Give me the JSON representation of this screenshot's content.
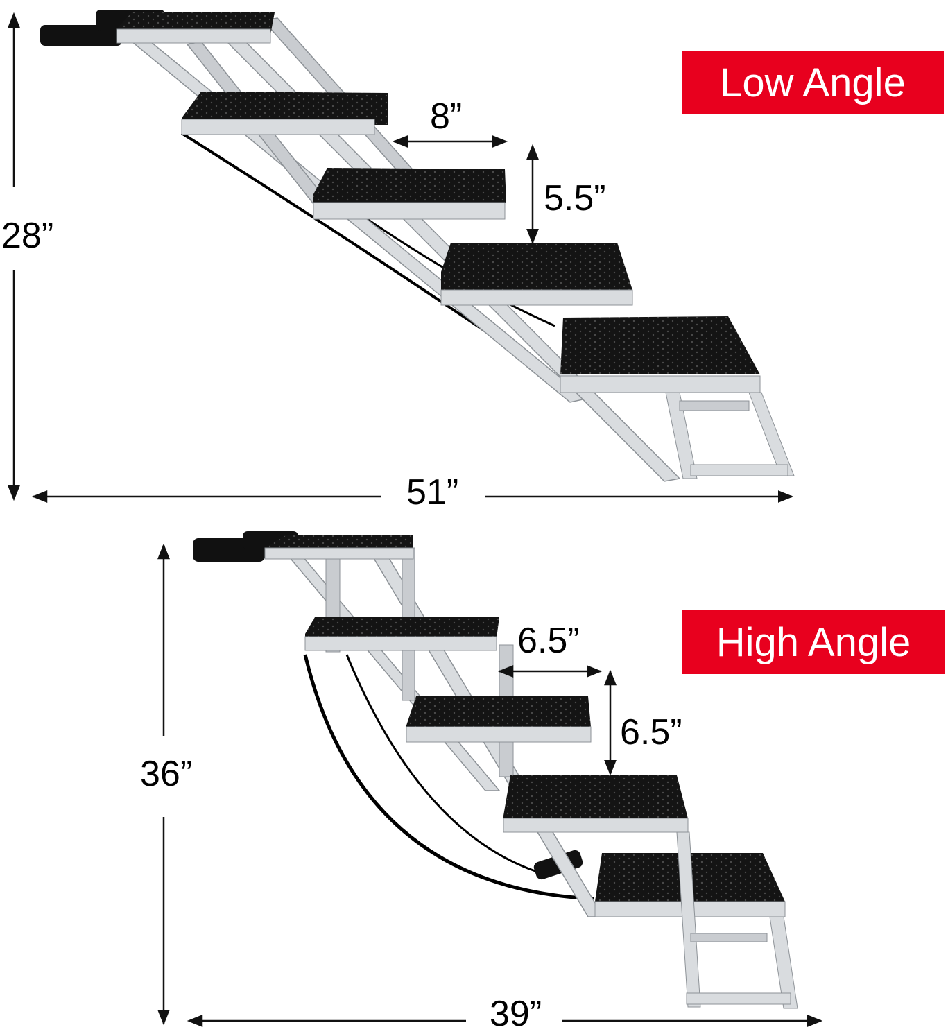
{
  "colors": {
    "badge_bg": "#e8001e",
    "badge_text": "#ffffff",
    "frame": "#d9dcdf",
    "frame_edge": "#8d9297",
    "tread": "#141414",
    "text": "#000000"
  },
  "low_angle": {
    "badge_label": "Low Angle",
    "height_label": "28”",
    "length_label": "51”",
    "step_depth_label": "8”",
    "step_rise_label": "5.5”"
  },
  "high_angle": {
    "badge_label": "High Angle",
    "height_label": "36”",
    "length_label": "39”",
    "step_depth_label": "6.5”",
    "step_rise_label": "6.5”"
  }
}
